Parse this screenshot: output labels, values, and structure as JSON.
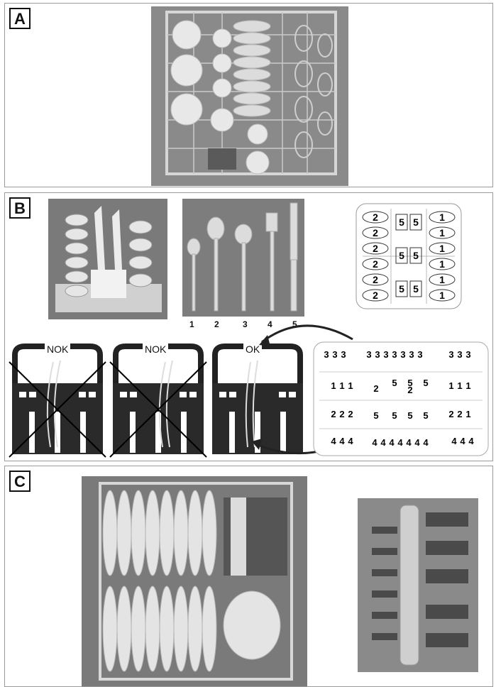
{
  "panels": {
    "a": {
      "label": "A"
    },
    "b": {
      "label": "B"
    },
    "c": {
      "label": "C"
    }
  },
  "cutlery_items": [
    "1",
    "2",
    "3",
    "4",
    "5"
  ],
  "basket_examples": [
    {
      "label": "NOK",
      "crossed": true
    },
    {
      "label": "NOK",
      "crossed": true
    },
    {
      "label": "OK",
      "crossed": false
    }
  ],
  "small_basket_map": {
    "left": [
      "2",
      "2",
      "2",
      "2",
      "2",
      "2"
    ],
    "middle": [
      "5",
      "5",
      "5",
      "5",
      "5",
      "5"
    ],
    "right": [
      "1",
      "1",
      "1",
      "1",
      "1",
      "1"
    ]
  },
  "large_basket_map": {
    "row1": [
      "3",
      "3",
      "3",
      "3",
      "3",
      "3",
      "3",
      "3",
      "3",
      "3",
      "3",
      "3",
      "3"
    ],
    "row2": [
      "1",
      "1",
      "1",
      "2",
      "5",
      "5",
      "2",
      "5",
      "1",
      "1",
      "1"
    ],
    "row3": [
      "2",
      "2",
      "2",
      "5",
      "5",
      "5",
      "5",
      "2",
      "2",
      "1"
    ],
    "row4": [
      "4",
      "4",
      "4",
      "4",
      "4",
      "4",
      "4",
      "4",
      "4",
      "4",
      "4",
      "4",
      "4"
    ]
  }
}
